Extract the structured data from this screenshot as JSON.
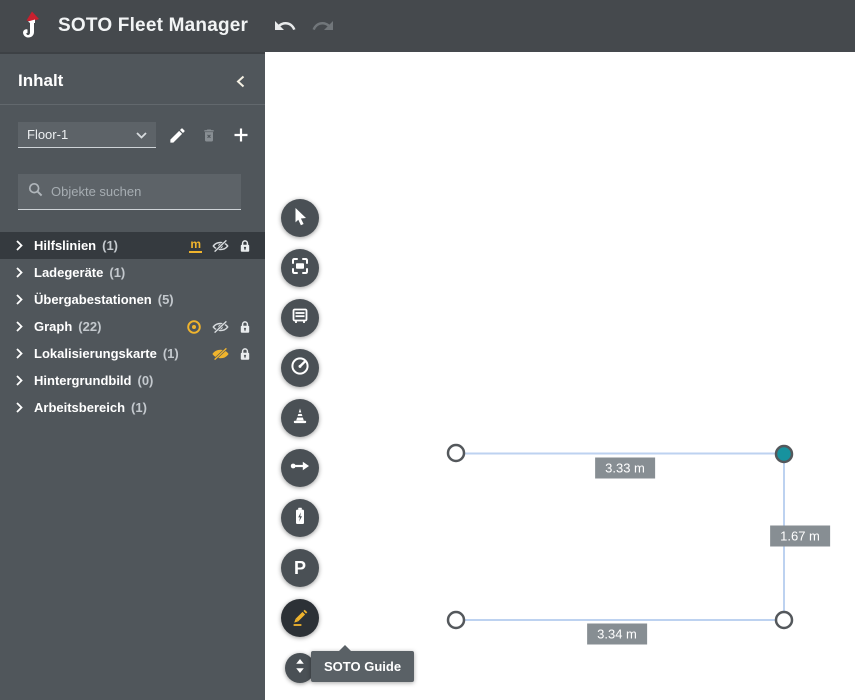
{
  "topbar": {
    "title": "SOTO Fleet Manager"
  },
  "sidebar": {
    "header_title": "Inhalt",
    "floor_select_value": "Floor-1",
    "search_placeholder": "Objekte suchen",
    "icons": {
      "measure_unit": "m"
    },
    "tree": [
      {
        "label": "Hilfslinien",
        "count": "(1)",
        "selected": true,
        "icons": [
          "measure-unit",
          "visibility-off",
          "lock"
        ]
      },
      {
        "label": "Ladegeräte",
        "count": "(1)",
        "selected": false,
        "icons": []
      },
      {
        "label": "Übergabestationen",
        "count": "(5)",
        "selected": false,
        "icons": []
      },
      {
        "label": "Graph",
        "count": "(22)",
        "selected": false,
        "icons": [
          "target",
          "visibility-off",
          "lock"
        ]
      },
      {
        "label": "Lokalisierungskarte",
        "count": "(1)",
        "selected": false,
        "icons": [
          "visibility-off-active",
          "lock"
        ]
      },
      {
        "label": "Hintergrundbild",
        "count": "(0)",
        "selected": false,
        "icons": []
      },
      {
        "label": "Arbeitsbereich",
        "count": "(1)",
        "selected": false,
        "icons": []
      }
    ]
  },
  "toolbar": {
    "tools": [
      "select",
      "fit-selection",
      "station",
      "dashboard",
      "cone",
      "path-arrow",
      "charger",
      "parking",
      "guide-pencil"
    ],
    "active_tool": "guide-pencil",
    "parking_label": "P",
    "tooltip": "SOTO Guide"
  },
  "canvas": {
    "measurements": {
      "top": "3.33 m",
      "right": "1.67 m",
      "bottom": "3.34 m"
    },
    "nodes": [
      {
        "position": "top-left",
        "state": "default"
      },
      {
        "position": "top-right",
        "state": "selected"
      },
      {
        "position": "bottom-right",
        "state": "default"
      },
      {
        "position": "bottom-left",
        "state": "default"
      }
    ]
  },
  "colors": {
    "accent_yellow": "#f0b42d",
    "selected_node_teal": "#17929e",
    "guide_line_blue": "#bdd2f0",
    "brand_red": "#c8202e",
    "topbar_gray": "#45494d",
    "sidebar_gray": "#50565b"
  }
}
